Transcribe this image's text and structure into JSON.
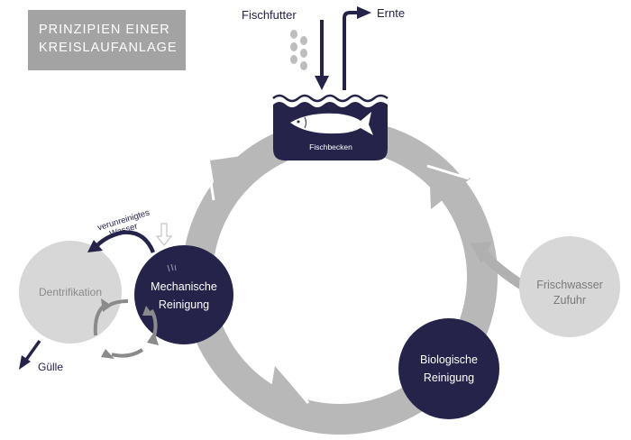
{
  "title": {
    "line1": "PRINZIPIEN EINER",
    "line2": "KREISLAUFANLAGE"
  },
  "labels": {
    "fischfutter": "Fischfutter",
    "ernte": "Ernte",
    "fischbecken": "Fischbecken",
    "verunreinigtes_line1": "verunreinigtes",
    "verunreinigtes_line2": "Wasser",
    "dentrifikation": "Dentrifikation",
    "mechanische_line1": "Mechanische",
    "mechanische_line2": "Reinigung",
    "biologische_line1": "Biologische",
    "biologische_line2": "Reinigung",
    "frischwasser_line1": "Frischwasser",
    "frischwasser_line2": "Zufuhr",
    "guelle": "Gülle"
  },
  "colors": {
    "navy": "#25234a",
    "cycle_gray": "#b5b5b5",
    "light_gray": "#d6d6d6",
    "title_bg": "#a3a3a3"
  }
}
